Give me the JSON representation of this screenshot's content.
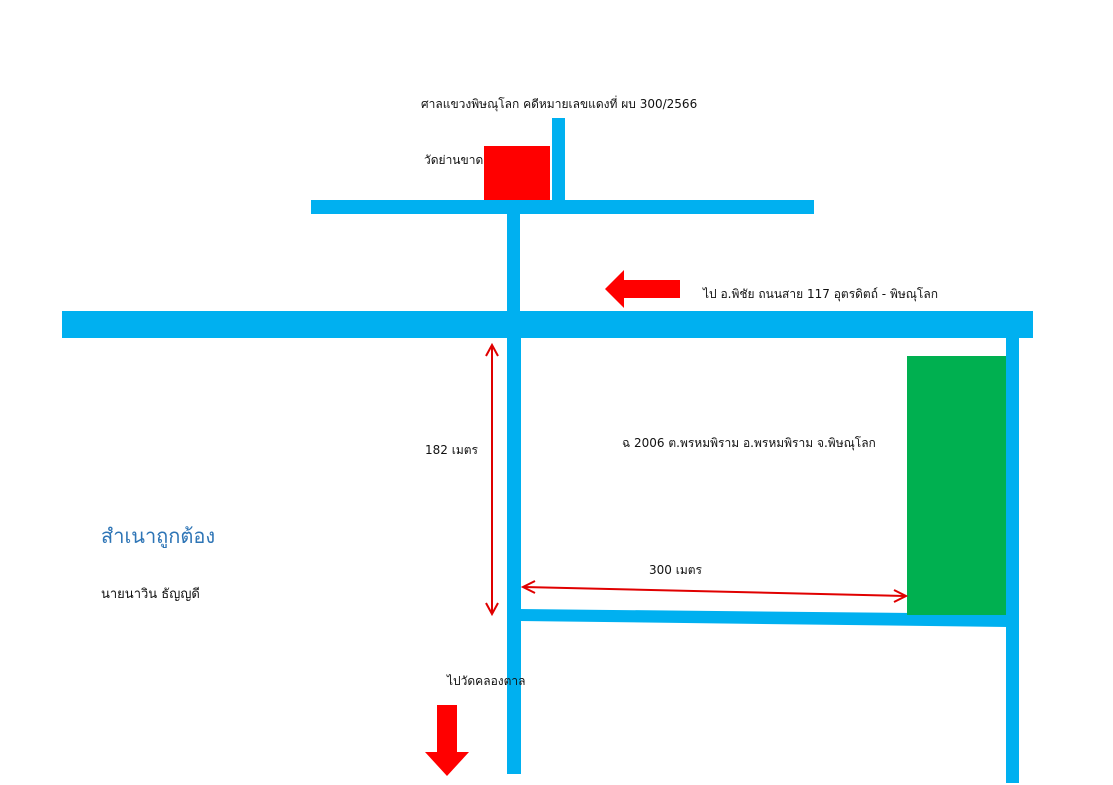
{
  "labels": {
    "court_case": "ศาลแขวงพิษณุโลก คดีหมายเลขแดงที่ ผบ 300/2566",
    "temple": "วัดย่านขาด",
    "direction_road": "ไป อ.พิชัย  ถนนสาย  117  อุตรดิตถ์  -  พิษณุโลก",
    "property_location": "ฉ 2006  ต.พรหมพิราม  อ.พรหมพิราม  จ.พิษณุโลก",
    "distance_vertical": "182  เมตร",
    "distance_horizontal": "300  เมตร",
    "certified_copy": "สำเนาถูกต้อง",
    "signer": "นายนาวิน  ธัญญดี",
    "to_temple_south": "ไปวัดคลองตาล"
  },
  "colors": {
    "road": "#00b0f0",
    "temple": "#ff0000",
    "property": "#00b050",
    "arrow": "#ff0000",
    "measure": "#e00000",
    "certified_text": "#2e75b6"
  }
}
